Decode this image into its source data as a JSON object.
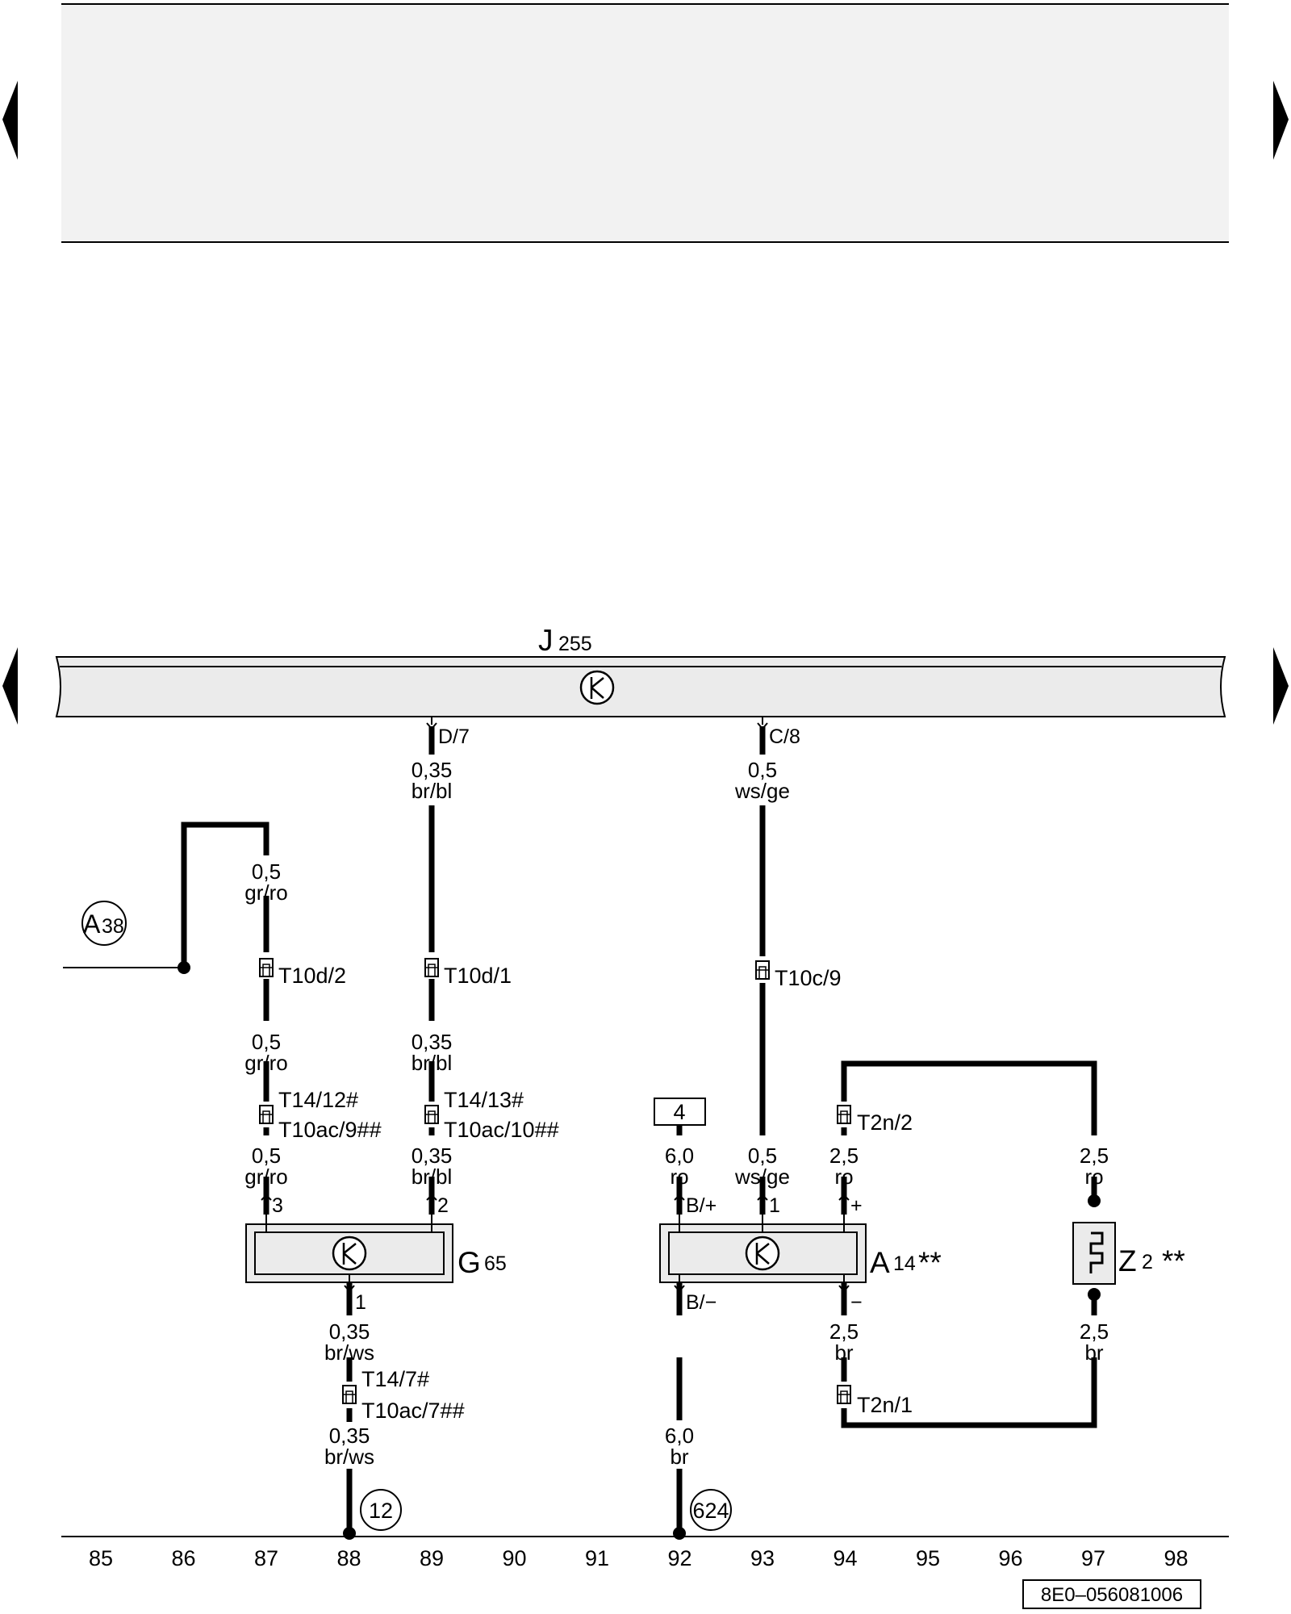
{
  "colors": {
    "ink": "#000000",
    "header_fill": "#f2f2f2",
    "component_fill": "#ebebeb"
  },
  "icons": {
    "nav": [
      "arrow-left-icon",
      "arrow-right-icon"
    ],
    "meter": "gauge-symbol-icon",
    "connector": "connector-symbol-icon",
    "heater": "heater-element-icon"
  },
  "components": {
    "j255": {
      "name": "J",
      "number": "255"
    },
    "g65": {
      "name": "G",
      "number": "65"
    },
    "a14": {
      "name": "A",
      "number": "14",
      "mark": "**"
    },
    "z2": {
      "name": "Z",
      "number": "2",
      "mark": "**"
    }
  },
  "pins": {
    "d7": "D/7",
    "c8": "C/8",
    "g65_3": "3",
    "g65_2": "2",
    "g65_1": "1",
    "a14_b_plus": "B/+",
    "a14_1": "1",
    "a14_plus": "+",
    "a14_b_minus": "B/−",
    "a14_minus": "−"
  },
  "wires": {
    "w87_top": {
      "size": "0,5",
      "color": "gr/ro"
    },
    "w87_mid": {
      "size": "0,5",
      "color": "gr/ro"
    },
    "w87_bot": {
      "size": "0,5",
      "color": "gr/ro"
    },
    "w89_top": {
      "size": "0,35",
      "color": "br/bl"
    },
    "w89_mid": {
      "size": "0,35",
      "color": "br/bl"
    },
    "w89_bot": {
      "size": "0,35",
      "color": "br/bl"
    },
    "w93_top": {
      "size": "0,5",
      "color": "ws/ge"
    },
    "w93_bot": {
      "size": "0,5",
      "color": "ws/ge"
    },
    "w88_a": {
      "size": "0,35",
      "color": "br/ws"
    },
    "w88_b": {
      "size": "0,35",
      "color": "br/ws"
    },
    "w92_top": {
      "size": "6,0",
      "color": "ro"
    },
    "w92_bot": {
      "size": "6,0",
      "color": "br"
    },
    "w94_top": {
      "size": "2,5",
      "color": "ro"
    },
    "w94_bot": {
      "size": "2,5",
      "color": "br"
    },
    "w97_top": {
      "size": "2,5",
      "color": "ro"
    },
    "w97_bot": {
      "size": "2,5",
      "color": "br"
    }
  },
  "connectors": {
    "t10d2": "T10d/2",
    "t10d1": "T10d/1",
    "t10c9": "T10c/9",
    "t14_12": "T14/12#",
    "t10ac9": "T10ac/9##",
    "t14_13": "T14/13#",
    "t10ac10": "T10ac/10##",
    "t2n2": "T2n/2",
    "t2n1": "T2n/1",
    "t14_7": "T14/7#",
    "t10ac7": "T10ac/7##"
  },
  "refs": {
    "a38": {
      "letter": "A",
      "number": "38"
    },
    "fuse_box": "4",
    "ground_12": "12",
    "ground_624": "624"
  },
  "track_numbers": [
    "85",
    "86",
    "87",
    "88",
    "89",
    "90",
    "91",
    "92",
    "93",
    "94",
    "95",
    "96",
    "97",
    "98"
  ],
  "diagram_id": "8E0–056081006"
}
